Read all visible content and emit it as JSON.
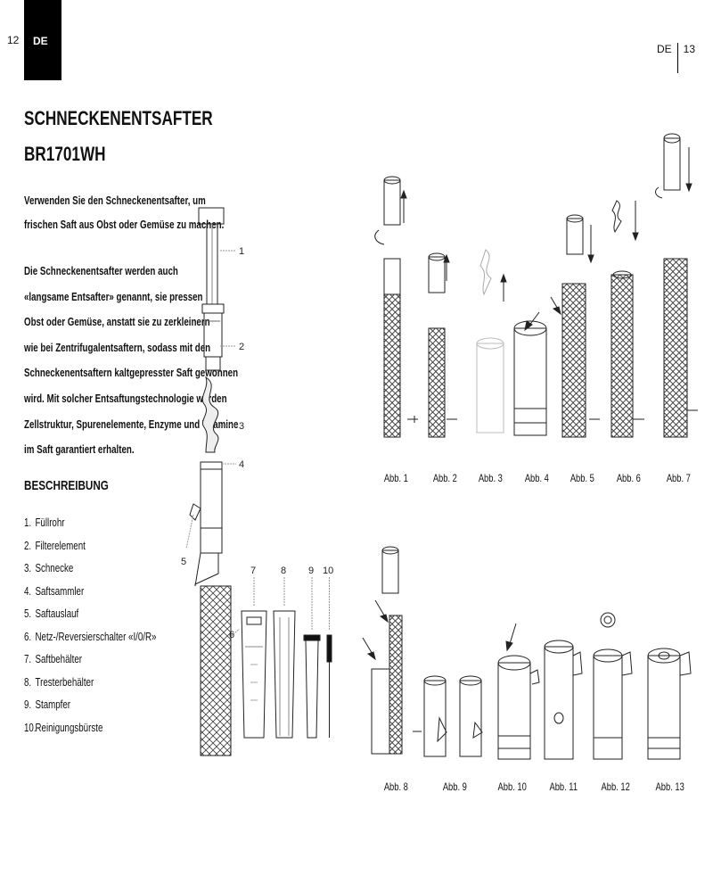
{
  "header": {
    "page_left": "12",
    "lang_left": "DE",
    "lang_right": "DE",
    "page_right": "13"
  },
  "title": {
    "line1": "SCHNECKENENTSAFTER",
    "line2": "BR1701WH"
  },
  "intro": {
    "lines": [
      "Verwenden Sie den Schneckenentsafter, um",
      "frischen Saft aus Obst oder Gemüse zu machen."
    ]
  },
  "body": {
    "lines": [
      "Die Schneckenentsafter werden auch",
      "«langsame Entsafter» genannt, sie pressen",
      "Obst oder Gemüse, anstatt sie zu zerkleinern",
      "wie bei Zentrifugalentsaftern, sodass mit den",
      "Schneckenentsaftern kaltgepresster Saft gewonnen",
      "wird. Mit solcher Entsaftungstechnologie werden",
      "Zellstruktur, Spurenelemente, Enzyme und Vitamine",
      "im Saft garantiert erhalten."
    ]
  },
  "description": {
    "heading": "BESCHREIBUNG",
    "items": [
      {
        "num": "1.",
        "label": "Füllrohr"
      },
      {
        "num": "2.",
        "label": "Filterelement"
      },
      {
        "num": "3.",
        "label": "Schnecke"
      },
      {
        "num": "4.",
        "label": "Saftsammler"
      },
      {
        "num": "5.",
        "label": "Saftauslauf"
      },
      {
        "num": "6.",
        "label": "Netz-/Reversierschalter «I/0/R»"
      },
      {
        "num": "7.",
        "label": "Saftbehälter"
      },
      {
        "num": "8.",
        "label": "Tresterbehälter"
      },
      {
        "num": "9.",
        "label": "Stampfer"
      },
      {
        "num": "10.",
        "label": "Reinigungsbürste"
      }
    ]
  },
  "diagram_callouts": [
    "1",
    "2",
    "3",
    "4",
    "5",
    "6",
    "7",
    "8",
    "9",
    "10"
  ],
  "figures": {
    "row1": [
      "Abb. 1",
      "Abb. 2",
      "Abb. 3",
      "Abb. 4",
      "Abb. 5",
      "Abb. 6",
      "Abb. 7"
    ],
    "row2": [
      "Abb. 8",
      "Abb. 9",
      "Abb. 10",
      "Abb. 11",
      "Abb. 12",
      "Abb. 13"
    ]
  }
}
